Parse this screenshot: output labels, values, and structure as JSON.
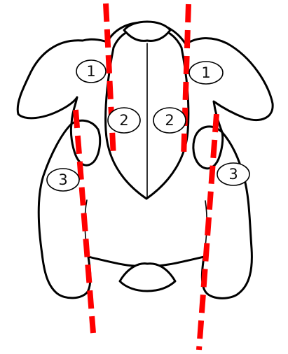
{
  "diagram": {
    "cut_color": "#ff0000",
    "outline_color": "#000000",
    "labels": [
      {
        "id": "left-1",
        "text": "1"
      },
      {
        "id": "right-1",
        "text": "1"
      },
      {
        "id": "left-2",
        "text": "2"
      },
      {
        "id": "right-2",
        "text": "2"
      },
      {
        "id": "left-3",
        "text": "3"
      },
      {
        "id": "right-3",
        "text": "3"
      }
    ]
  }
}
